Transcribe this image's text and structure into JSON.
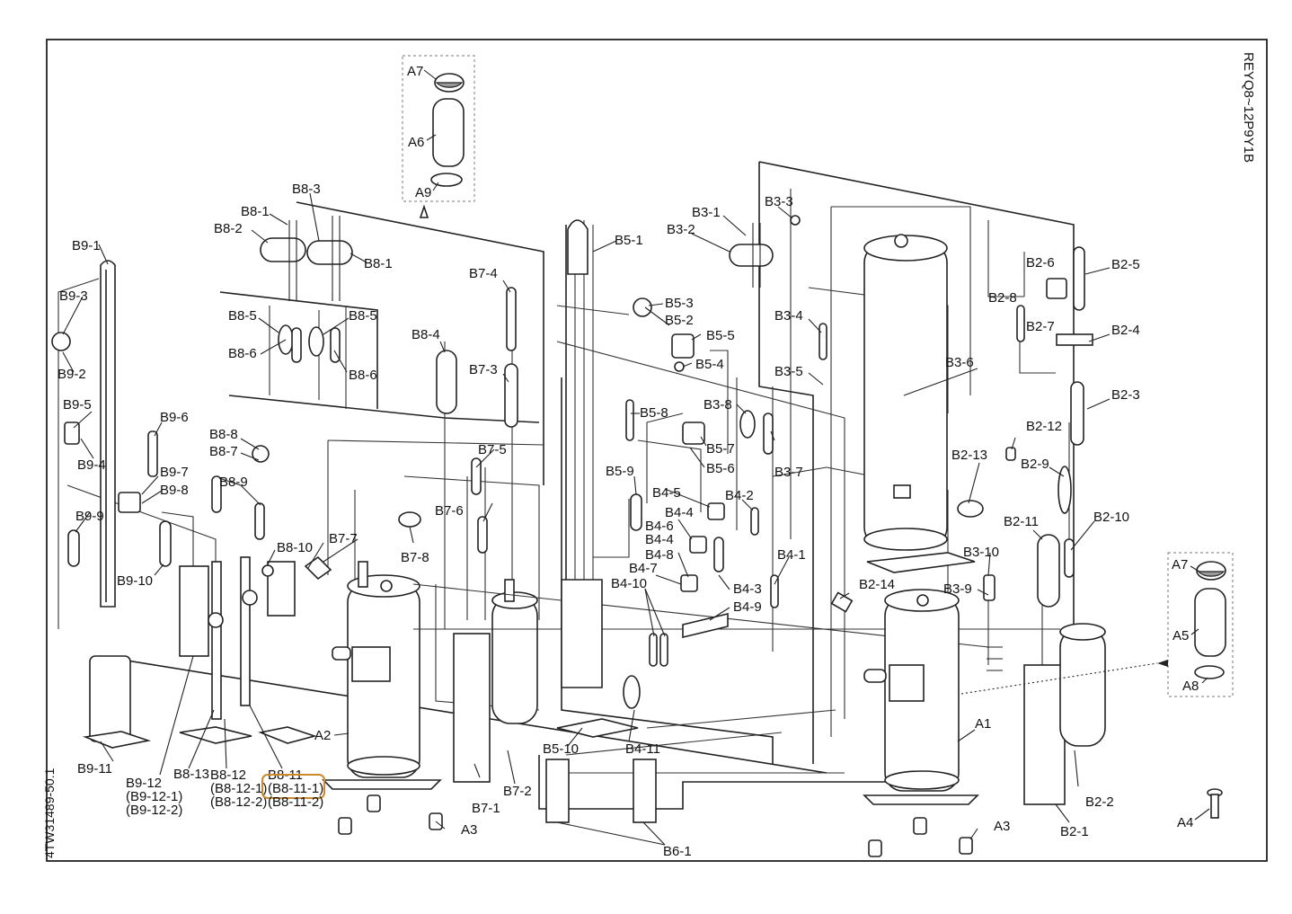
{
  "model": "REYQ8~12P9Y1B",
  "drawing_number": "4TW31489-50.1",
  "highlight_label": "(B8-11-1)",
  "labels": {
    "A1": "A1",
    "A2": "A2",
    "A3": "A3",
    "A4": "A4",
    "A5": "A5",
    "A6": "A6",
    "A7": "A7",
    "A8": "A8",
    "A9": "A9",
    "B2_1": "B2-1",
    "B2_2": "B2-2",
    "B2_3": "B2-3",
    "B2_4": "B2-4",
    "B2_5": "B2-5",
    "B2_6": "B2-6",
    "B2_7": "B2-7",
    "B2_8": "B2-8",
    "B2_9": "B2-9",
    "B2_10": "B2-10",
    "B2_11": "B2-11",
    "B2_12": "B2-12",
    "B2_13": "B2-13",
    "B2_14": "B2-14",
    "B3_1": "B3-1",
    "B3_2": "B3-2",
    "B3_3": "B3-3",
    "B3_4": "B3-4",
    "B3_5": "B3-5",
    "B3_6": "B3-6",
    "B3_7": "B3-7",
    "B3_8": "B3-8",
    "B3_9": "B3-9",
    "B3_10": "B3-10",
    "B4_1": "B4-1",
    "B4_2": "B4-2",
    "B4_3": "B4-3",
    "B4_4": "B4-4",
    "B4_5": "B4-5",
    "B4_6": "B4-6",
    "B4_7": "B4-7",
    "B4_8": "B4-8",
    "B4_9": "B4-9",
    "B4_10": "B4-10",
    "B4_11": "B4-11",
    "B5_1": "B5-1",
    "B5_2": "B5-2",
    "B5_3": "B5-3",
    "B5_4": "B5-4",
    "B5_5": "B5-5",
    "B5_6": "B5-6",
    "B5_7": "B5-7",
    "B5_8": "B5-8",
    "B5_9": "B5-9",
    "B5_10": "B5-10",
    "B6_1": "B6-1",
    "B7_1": "B7-1",
    "B7_2": "B7-2",
    "B7_3": "B7-3",
    "B7_4": "B7-4",
    "B7_5": "B7-5",
    "B7_6": "B7-6",
    "B7_7": "B7-7",
    "B7_8": "B7-8",
    "B8_1": "B8-1",
    "B8_2": "B8-2",
    "B8_3": "B8-3",
    "B8_4": "B8-4",
    "B8_5": "B8-5",
    "B8_6": "B8-6",
    "B8_7": "B8-7",
    "B8_8": "B8-8",
    "B8_9": "B8-9",
    "B8_10": "B8-10",
    "B8_11": "B8-11",
    "B8_12": "B8-12",
    "B8_13": "B8-13",
    "B8_11_1": "(B8-11-1)",
    "B8_11_2": "(B8-11-2)",
    "B8_12_1": "(B8-12-1)",
    "B8_12_2": "(B8-12-2)",
    "B9_1": "B9-1",
    "B9_2": "B9-2",
    "B9_3": "B9-3",
    "B9_4": "B9-4",
    "B9_5": "B9-5",
    "B9_6": "B9-6",
    "B9_7": "B9-7",
    "B9_8": "B9-8",
    "B9_9": "B9-9",
    "B9_10": "B9-10",
    "B9_11": "B9-11",
    "B9_12": "B9-12",
    "B9_12_1": "(B9-12-1)",
    "B9_12_2": "(B9-12-2)"
  },
  "colors": {
    "line": "#222222",
    "highlight": "#cc8a2a",
    "paper": "#ffffff"
  }
}
